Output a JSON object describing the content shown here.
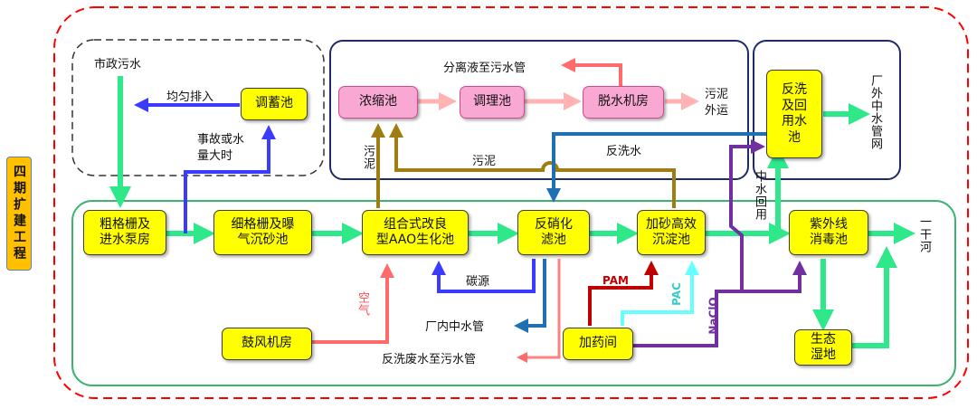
{
  "side_label": "四期扩建工程",
  "nodes": {
    "diaoxu": "调蓄池",
    "cugeshan": "粗格栅及\n进水泵房",
    "xigeshan": "细格栅及曝\n气沉砂池",
    "aao": "组合式改良\n型AAO生化池",
    "fanxiaohua": "反硝化\n滤池",
    "jiasha": "加砂高效\n沉淀池",
    "ziwaixian": "紫外线\n消毒池",
    "shengtai": "生态\n湿地",
    "gufeng": "鼓风机房",
    "jiayao": "加药间",
    "nongsuo": "浓缩池",
    "tiaoli": "调理池",
    "tuoshui": "脱水机房",
    "fanxi_huiyong": "反洗\n及回\n用水\n池"
  },
  "labels": {
    "shizheng": "市政污水",
    "junyun": "均匀排入",
    "shigu": "事故或水\n量大时",
    "fenli": "分离液至污水管",
    "wuni_waiyun": "污泥\n外运",
    "wuni_h": "污泥",
    "wuni_v": "污泥",
    "fanxishui": "反洗水",
    "changwai": "厂外中水管网",
    "zhongshui_huiyong": "中水回用",
    "yiganhe": "一干河",
    "tanyuan": "碳源",
    "kongqi": "空气",
    "changnei": "厂内中水管",
    "fanxi_feishui": "反洗废水至污水管",
    "pam": "PAM",
    "pac": "PAC",
    "naclo": "NaClO"
  },
  "colors": {
    "node_fill": "#ffff00",
    "sludge_fill": "#f9a8d4",
    "water_arrow": "#2ee88a",
    "bypass_arrow": "#3b3bff",
    "sludge_arrow": "#a07d10",
    "air_arrow": "#ff6b6b",
    "backwash_arrow": "#1f6fb5",
    "dosing_arrow": "#7030a0",
    "pac_arrow": "#66ffff",
    "pam_arrow": "#c00000",
    "outer_border": "#ff0000",
    "green_border": "#3cb371",
    "side_fill": "#ffc000"
  }
}
